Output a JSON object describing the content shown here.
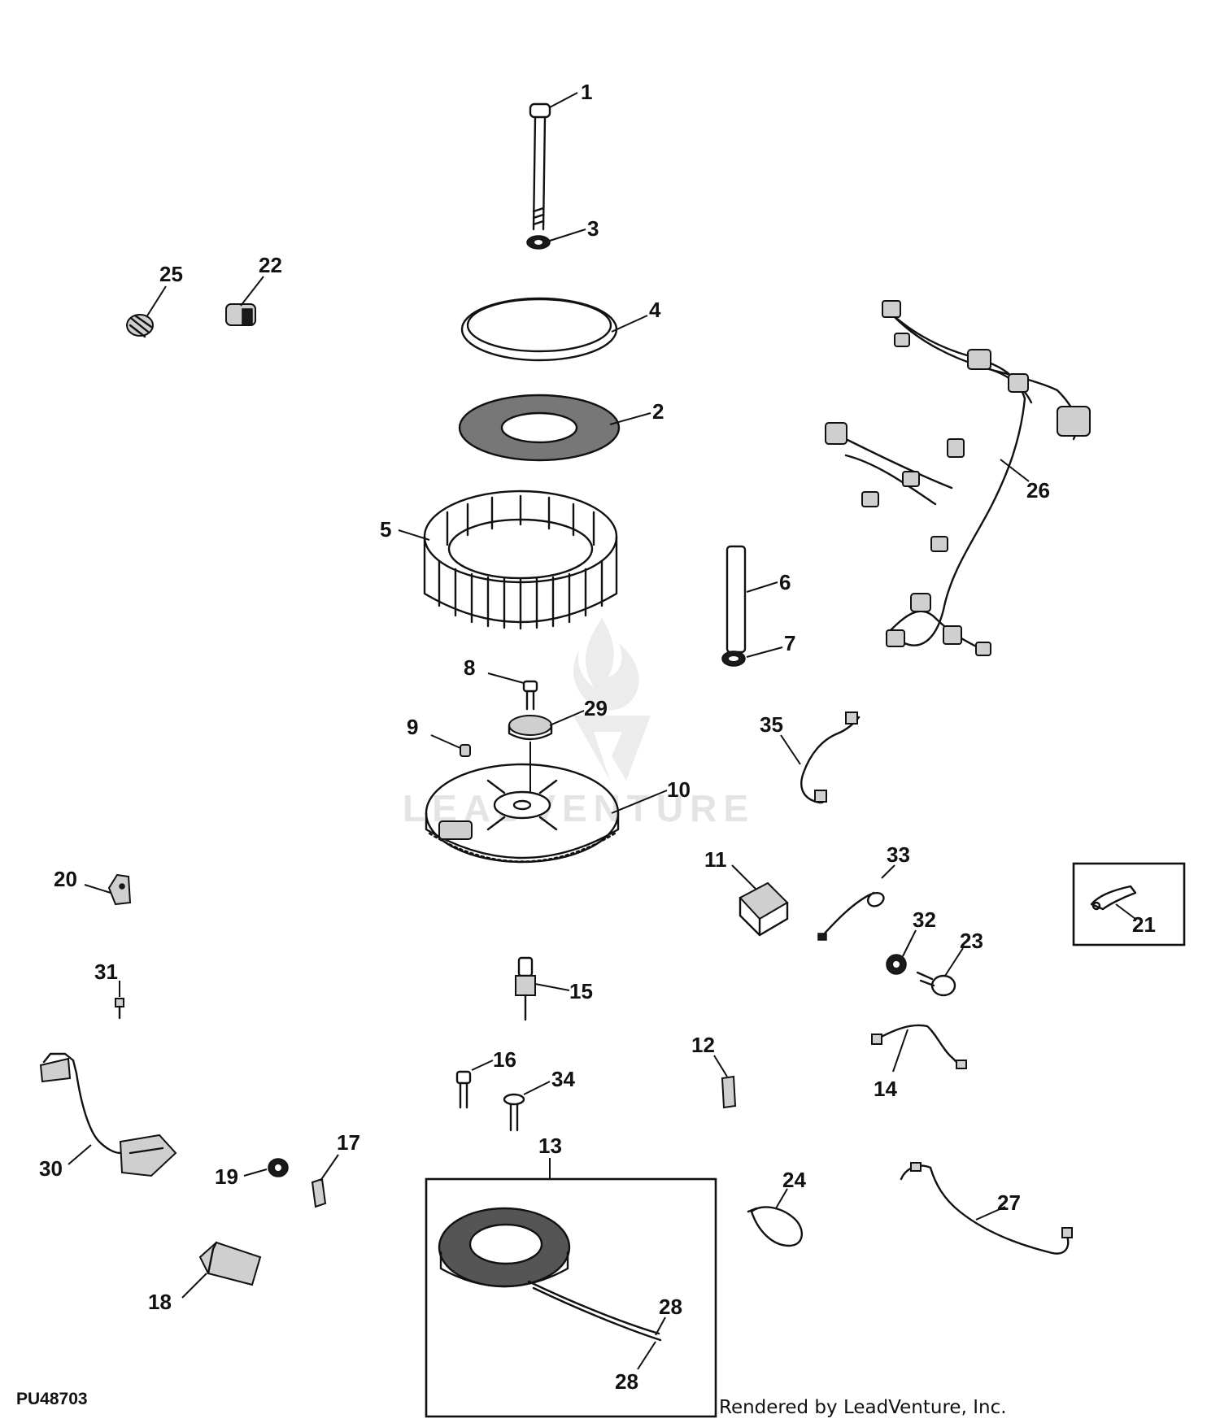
{
  "diagram": {
    "figure_id": "PU48703",
    "credit": "Rendered by LeadVenture, Inc.",
    "watermark": "LEADVENTURE",
    "callouts": {
      "c1": "1",
      "c2": "2",
      "c3": "3",
      "c4": "4",
      "c5": "5",
      "c6": "6",
      "c7": "7",
      "c8": "8",
      "c9": "9",
      "c10": "10",
      "c11": "11",
      "c12": "12",
      "c13": "13",
      "c14": "14",
      "c15": "15",
      "c16": "16",
      "c17": "17",
      "c18": "18",
      "c19": "19",
      "c20": "20",
      "c21": "21",
      "c22": "22",
      "c23": "23",
      "c24": "24",
      "c25": "25",
      "c26": "26",
      "c27": "27",
      "c28a": "28",
      "c28b": "28",
      "c29": "29",
      "c30": "30",
      "c31": "31",
      "c32": "32",
      "c33": "33",
      "c34": "34",
      "c35": "35"
    }
  }
}
